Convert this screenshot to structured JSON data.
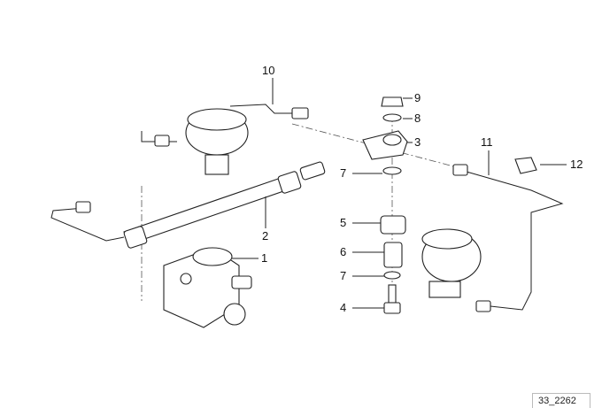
{
  "diagram": {
    "reference_code": "33_2262",
    "callouts": [
      "1",
      "2",
      "3",
      "4",
      "5",
      "6",
      "7",
      "7",
      "8",
      "9",
      "10",
      "11",
      "12"
    ]
  }
}
